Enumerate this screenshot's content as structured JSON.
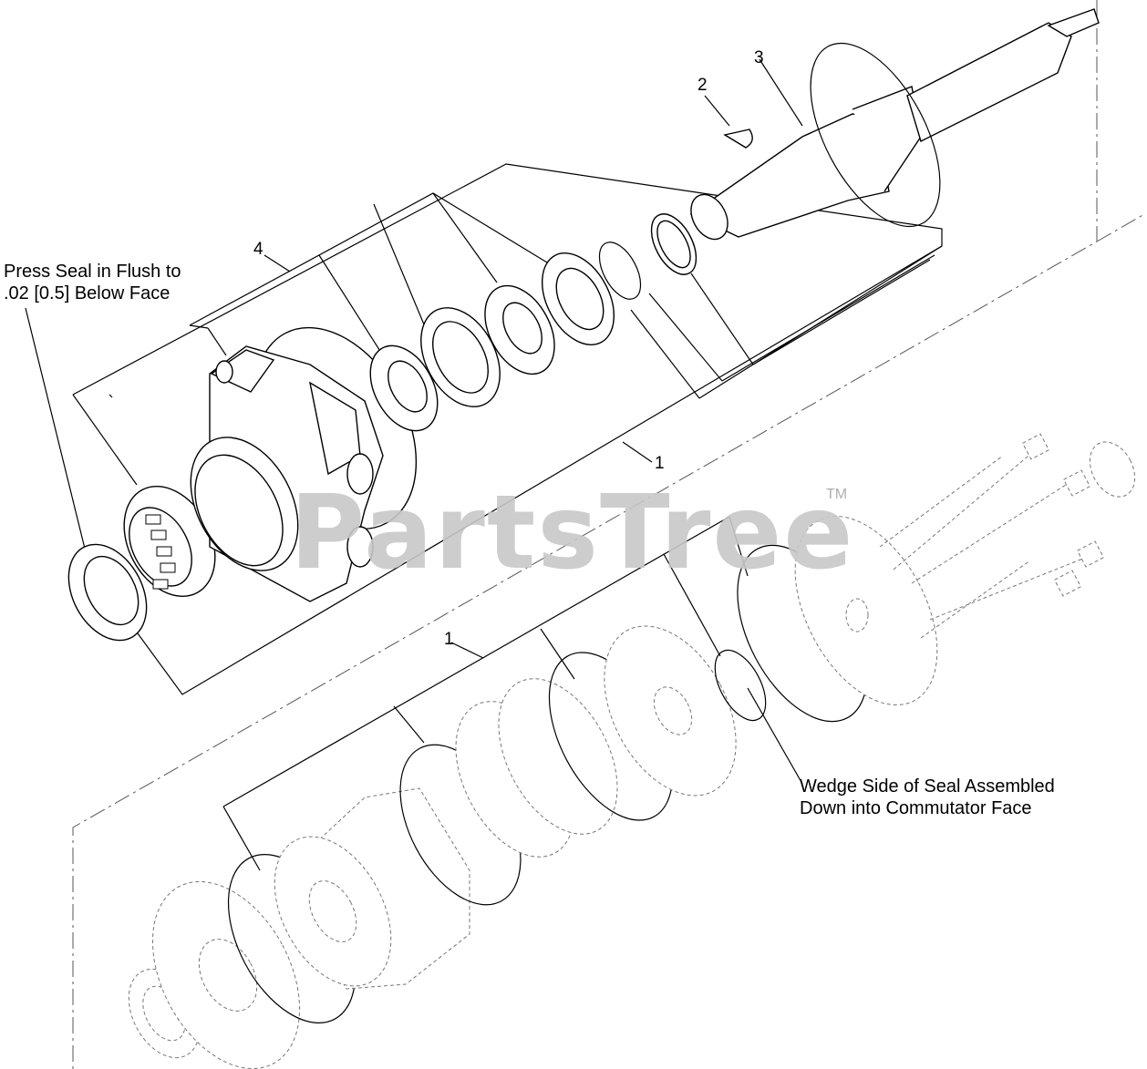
{
  "callouts": {
    "item_1_upper": "1",
    "item_1_lower": "1",
    "item_2": "2",
    "item_3": "3",
    "item_4": "4"
  },
  "notes": {
    "press_seal_line1": "Press Seal in Flush to",
    "press_seal_line2": ".02 [0.5] Below Face",
    "wedge_seal_line1": "Wedge Side of Seal Assembled",
    "wedge_seal_line2": "Down into Commutator Face"
  },
  "watermark": {
    "text": "PartsTree",
    "trademark": "TM",
    "color": "#c8c8c8"
  },
  "colors": {
    "line": "#000000",
    "hidden_parts": "#777777",
    "background": "#ffffff"
  }
}
